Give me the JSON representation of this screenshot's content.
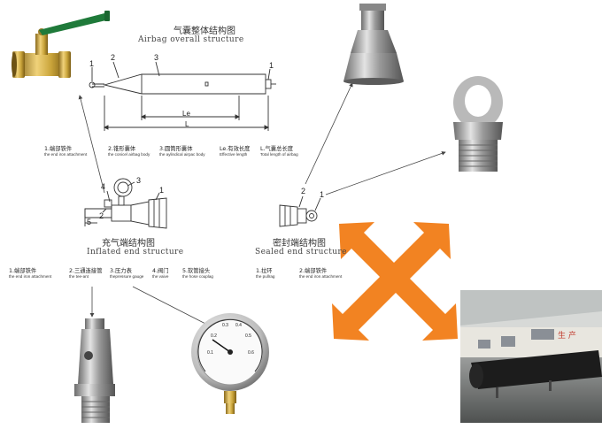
{
  "overall": {
    "title_cn": "气囊整体结构图",
    "title_en": "Airbag overall structure",
    "callouts": [
      "1",
      "2",
      "3",
      "1"
    ],
    "dim_le": "Le",
    "dim_l": "L",
    "legend": [
      {
        "cn": "1.端部铁件",
        "en": "the end iron attachment"
      },
      {
        "cn": "2.锥形囊体",
        "en": "the conicel airbag body"
      },
      {
        "cn": "3.圆筒形囊体",
        "en": "the aylindical airpac body"
      },
      {
        "cn": "Le.有效长度",
        "en": "Effective length"
      },
      {
        "cn": "L.气囊总长度",
        "en": "Total length of airbag"
      }
    ]
  },
  "inflated": {
    "title_cn": "充气端结构图",
    "title_en": "Inflated end structure",
    "callouts": [
      "4",
      "3",
      "1",
      "5",
      "2"
    ],
    "legend": [
      {
        "cn": "1.端部铁件",
        "en": "the end iron attachment"
      },
      {
        "cn": "2.三通连接管",
        "en": "the tee-ant"
      },
      {
        "cn": "3.压力表",
        "en": "thepressure gauge"
      },
      {
        "cn": "4.阀门",
        "en": "the vaive"
      },
      {
        "cn": "5.软管接头",
        "en": "the hose couplag"
      }
    ]
  },
  "sealed": {
    "title_cn": "密封端结构图",
    "title_en": "Sealed end structure",
    "callouts": [
      "2",
      "1"
    ],
    "legend": [
      {
        "cn": "1.拉环",
        "en": "the pullrag"
      },
      {
        "cn": "2.端部铁件",
        "en": "the end iron attachment"
      }
    ]
  },
  "gauge": {
    "scale": [
      "0.1",
      "0.2",
      "0.3",
      "0.4",
      "0.5",
      "0.6"
    ]
  },
  "photo": {
    "banner": "生 产"
  },
  "colors": {
    "arrow": "#f28322",
    "brass": "#c9a43a",
    "valve_handle": "#1f7a3a",
    "steel": "#a8a8a8"
  }
}
